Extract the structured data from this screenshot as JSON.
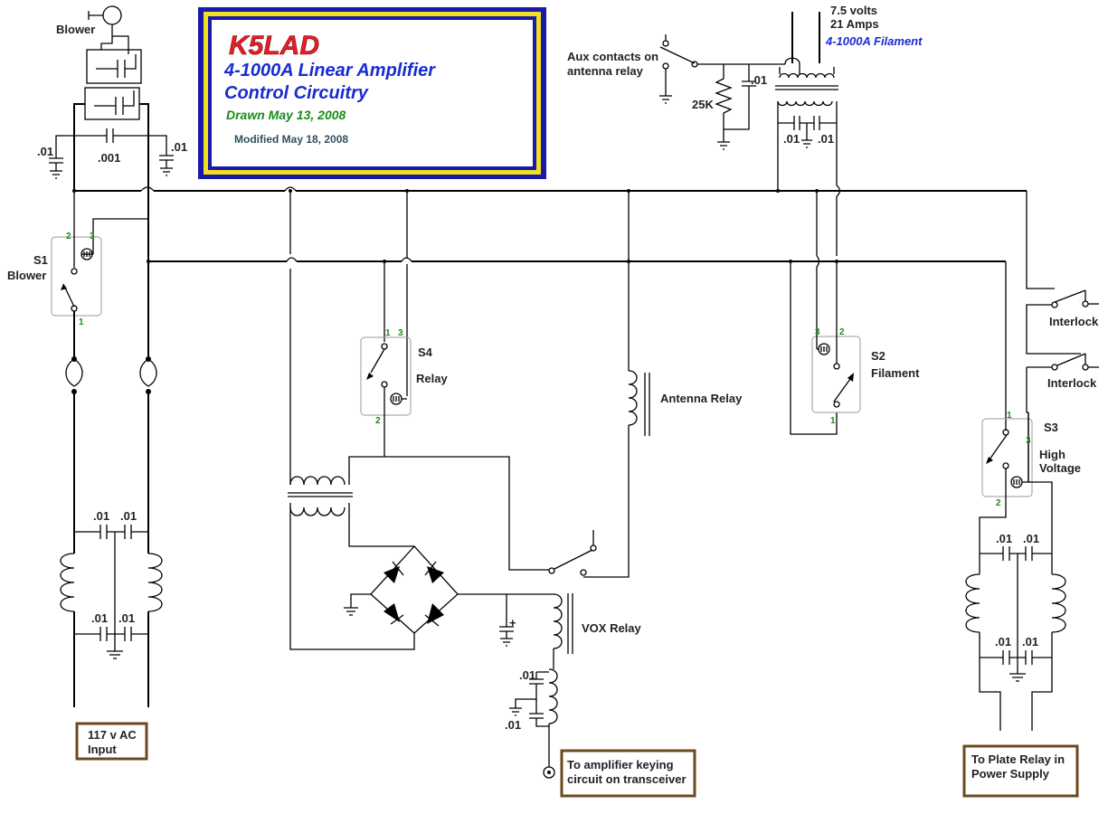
{
  "title": {
    "callsign": "K5LAD",
    "line1": "4-1000A Linear Amplifier",
    "line2": "Control Circuitry",
    "drawn": "Drawn May 13, 2008",
    "modified": "Modified May 18, 2008"
  },
  "labels": {
    "blower": "Blower",
    "s1": "S1",
    "s1_name": "Blower",
    "s4": "S4",
    "s4_name": "Relay",
    "s2": "S2",
    "s2_name": "Filament",
    "s3": "S3",
    "s3_name_1": "High",
    "s3_name_2": "Voltage",
    "antenna_relay": "Antenna Relay",
    "vox_relay": "VOX Relay",
    "interlock_1": "Interlock",
    "interlock_2": "Interlock",
    "aux_1": "Aux contacts on",
    "aux_2": "antenna relay",
    "fil_volts": "7.5 volts",
    "fil_amps": "21 Amps",
    "fil_name": "4-1000A Filament",
    "r25k": "25K"
  },
  "caps": {
    "c_bl_left": ".01",
    "c_bl_mid": ".001",
    "c_bl_right": ".01",
    "c_aux": ".01",
    "c_fil_l": ".01",
    "c_fil_r": ".01",
    "c_in_tl": ".01",
    "c_in_tr": ".01",
    "c_in_bl": ".01",
    "c_in_br": ".01",
    "c_hv_tl": ".01",
    "c_hv_tr": ".01",
    "c_hv_bl": ".01",
    "c_hv_br": ".01",
    "c_key_1": ".01",
    "c_key_2": ".01"
  },
  "pins": {
    "s1_p2": "2",
    "s1_p3": "3",
    "s1_p1": "1",
    "s4_p1": "1",
    "s4_p3": "3",
    "s4_p2": "2",
    "s2_p3": "3",
    "s2_p2": "2",
    "s2_p1": "1",
    "s3_p1": "1",
    "s3_p3": "3",
    "s3_p2": "2"
  },
  "boxes": {
    "ac_in_1": "117 v AC",
    "ac_in_2": "Input",
    "keying_1": "To amplifier keying",
    "keying_2": "circuit on transceiver",
    "plate_1": "To Plate Relay in",
    "plate_2": "Power Supply"
  },
  "colors": {
    "title_red": "#e0202a",
    "title_blue": "#1a2bd0",
    "title_green": "#1a8a1a",
    "frame_blue": "#1a1aa8",
    "frame_yellow": "#f0e020",
    "box_brown": "#6b4a1e",
    "pin_green": "#1a8a1a"
  }
}
